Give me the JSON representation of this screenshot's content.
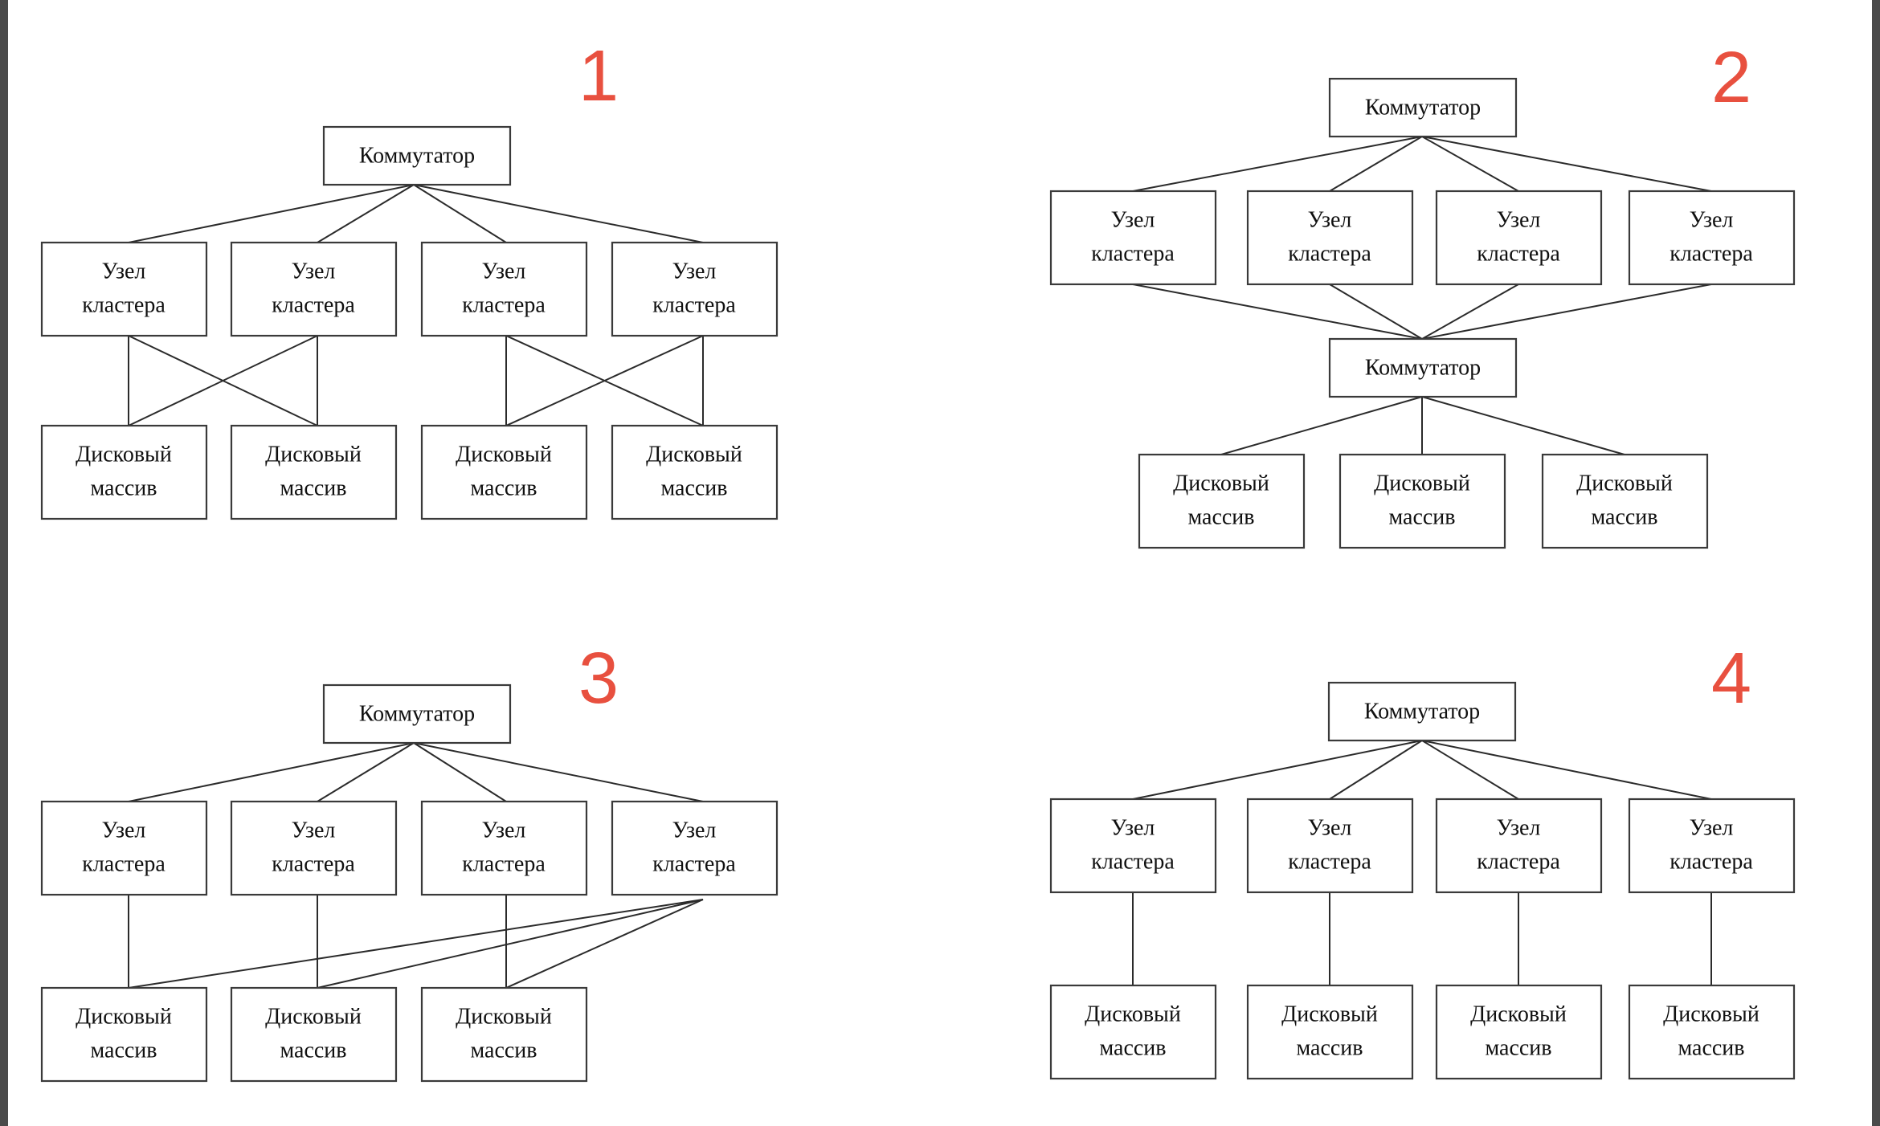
{
  "page": {
    "background": "#ffffff",
    "frame_color": "#4a4a4a",
    "accent_color": "#e8503f",
    "box_stroke": "#3a3a3a",
    "edge_stroke": "#2b2b2b"
  },
  "labels": {
    "switch": "Коммутатор",
    "node_line1": "Узел",
    "node_line2": "кластера",
    "disk_line1": "Дисковый",
    "disk_line2": "массив"
  },
  "diagrams": [
    {
      "number": "1",
      "caption": "Коммутатор над четырьмя узлами кластера; узлы попарно перекрёстно связаны с дисковыми массивами",
      "switches_top": 1,
      "switches_bottom": 0,
      "nodes": 4,
      "disks": 4,
      "topology": "cross-paired",
      "node_labels": [
        "Узел кластера",
        "Узел кластера",
        "Узел кластера",
        "Узел кластера"
      ],
      "disk_labels": [
        "Дисковый массив",
        "Дисковый массив",
        "Дисковый массив",
        "Дисковый массив"
      ],
      "switch_labels": [
        "Коммутатор"
      ]
    },
    {
      "number": "2",
      "caption": "Два коммутатора: верхний соединён с четырьмя узлами, нижний соединяет узлы с тремя дисковыми массивами",
      "switches_top": 1,
      "switches_bottom": 1,
      "nodes": 4,
      "disks": 3,
      "topology": "dual-switch",
      "node_labels": [
        "Узел кластера",
        "Узел кластера",
        "Узел кластера",
        "Узел кластера"
      ],
      "disk_labels": [
        "Дисковый массив",
        "Дисковый массив",
        "Дисковый массив"
      ],
      "switch_labels": [
        "Коммутатор",
        "Коммутатор"
      ]
    },
    {
      "number": "3",
      "caption": "Коммутатор над четырьмя узлами; три узла связаны со своими массивами, четвёртый узел связан со всеми тремя массивами",
      "switches_top": 1,
      "switches_bottom": 0,
      "nodes": 4,
      "disks": 3,
      "topology": "fan-из-last-node",
      "node_labels": [
        "Узел кластера",
        "Узел кластера",
        "Узел кластера",
        "Узел кластера"
      ],
      "disk_labels": [
        "Дисковый массив",
        "Дисковый массив",
        "Дисковый массив"
      ],
      "switch_labels": [
        "Коммутатор"
      ]
    },
    {
      "number": "4",
      "caption": "Коммутатор над четырьмя узлами; каждый узел связан со своим дисковым массивом",
      "switches_top": 1,
      "switches_bottom": 0,
      "nodes": 4,
      "disks": 4,
      "topology": "one-to-one",
      "node_labels": [
        "Узел кластера",
        "Узел кластера",
        "Узел кластера",
        "Узел кластера"
      ],
      "disk_labels": [
        "Дисковый массив",
        "Дисковый массив",
        "Дисковый массив",
        "Дисковый массив"
      ],
      "switch_labels": [
        "Коммутатор"
      ]
    }
  ]
}
